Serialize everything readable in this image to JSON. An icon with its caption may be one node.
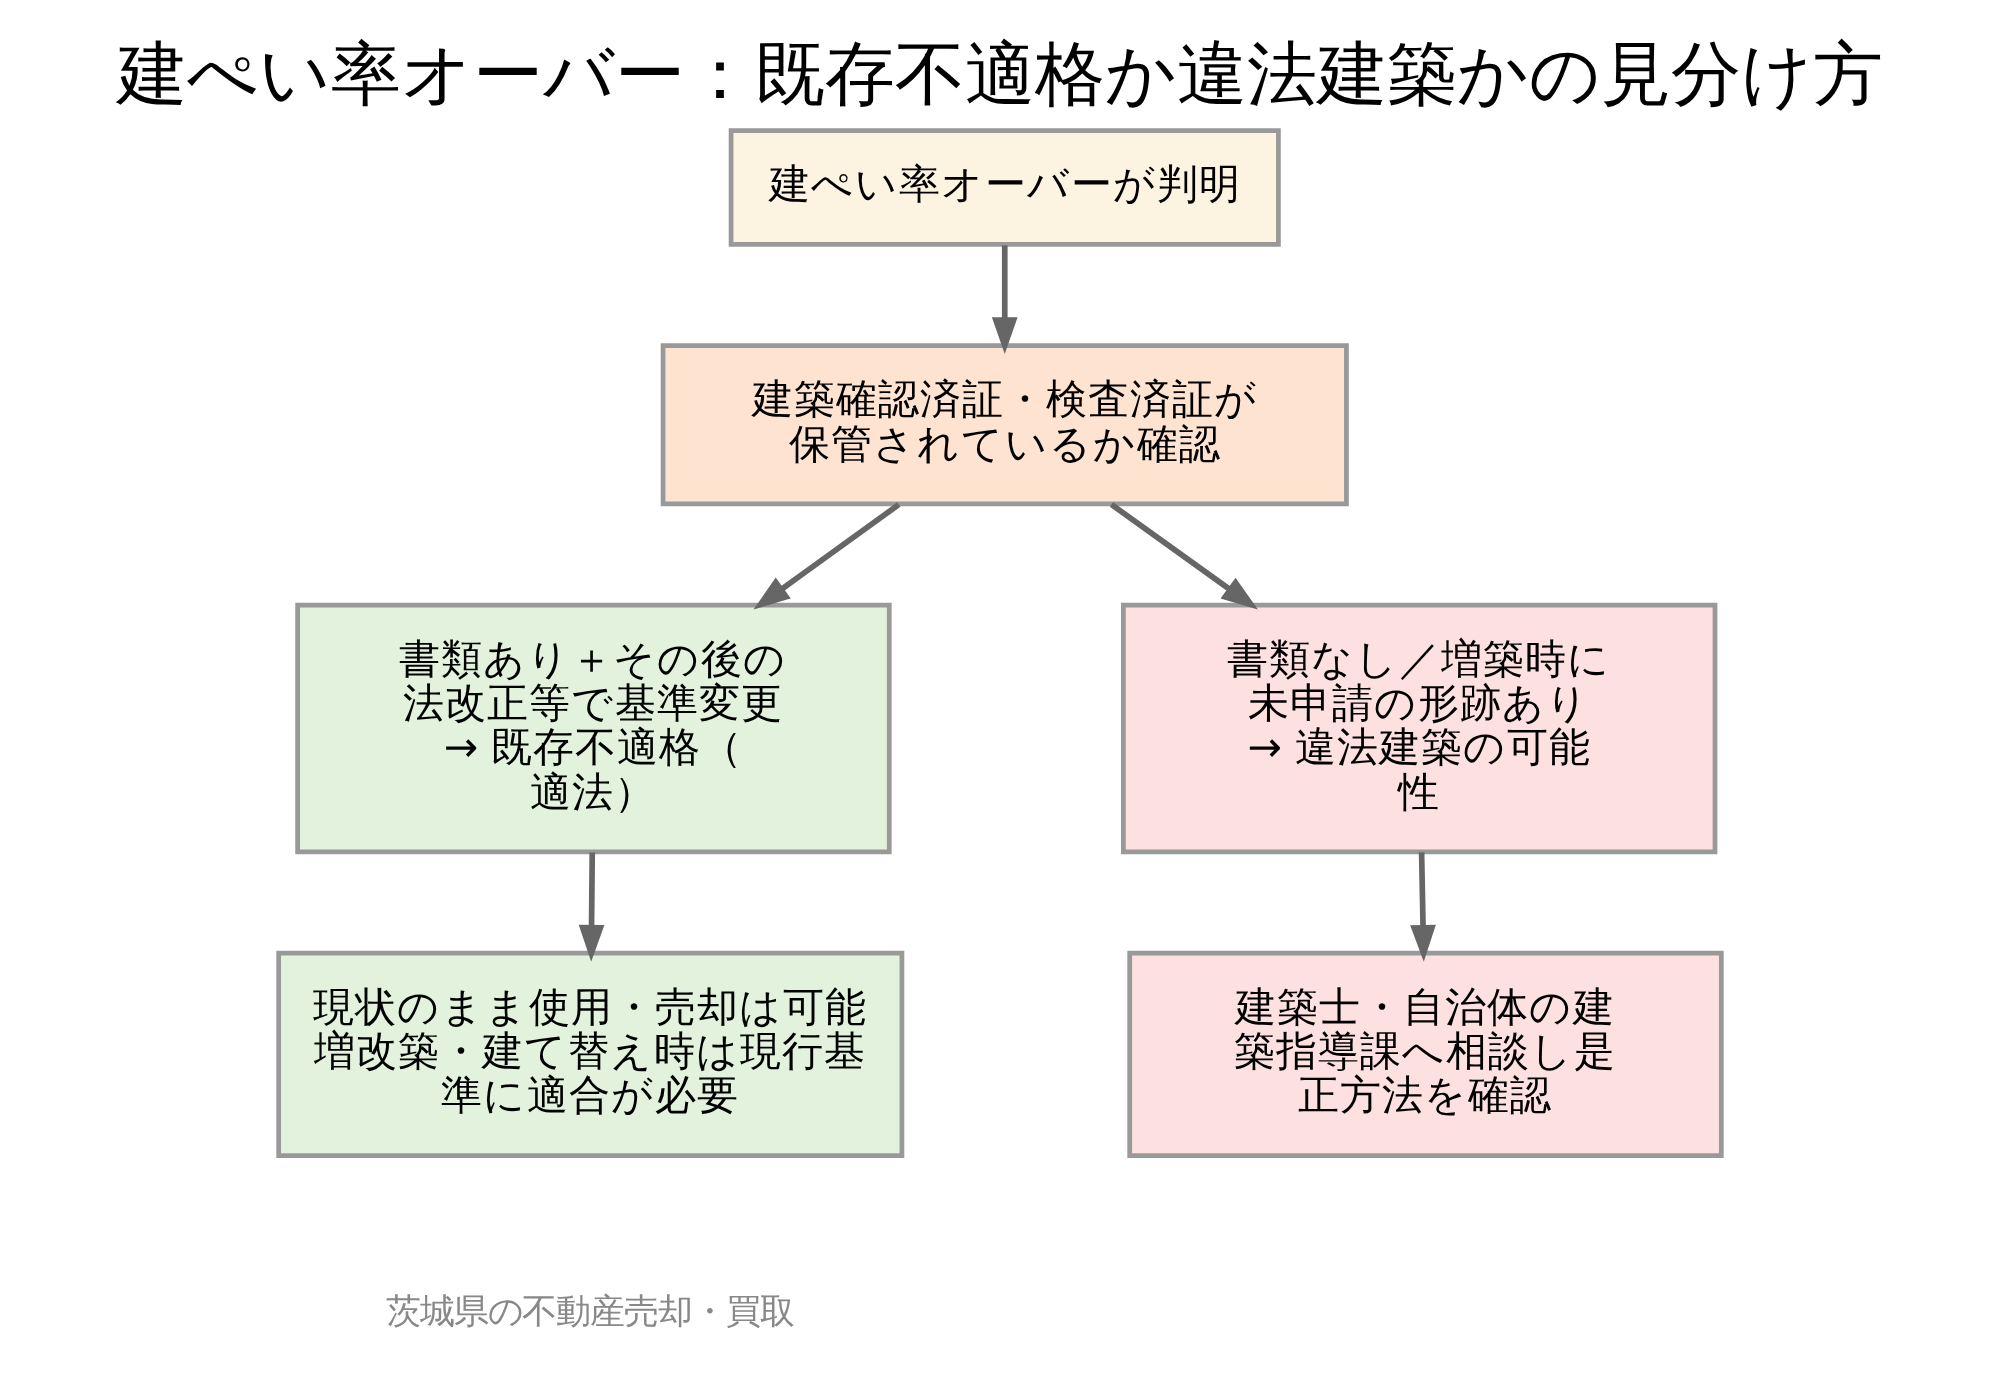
{
  "diagram": {
    "title": "建ぺい率オーバー：既存不適格か違法建築かの見分け方",
    "nodes": [
      {
        "text": [
          "建ぺい率オーバーが判明"
        ]
      },
      {
        "text": [
          "建築確認済証・検査済証が保管されているか確認"
        ]
      },
      {
        "text": [
          "書類あり＋その後の法改正等で基準変更 → 既存不適格（適法）"
        ]
      },
      {
        "text": [
          "書類なし／増築時に未申請の形跡あり → 違法建築の可能性"
        ]
      },
      {
        "text": [
          "現状のまま使用・売却は可能増改築・建て替え時は現行基準に適合が必要"
        ]
      },
      {
        "text": [
          "建築士・自治体の建築指導課へ相談し是正方法を確認"
        ]
      }
    ],
    "edges": [
      {
        "from": 0,
        "to": 1,
        "arrow": "to"
      },
      {
        "from": 1,
        "to": 2,
        "arrow": "to"
      },
      {
        "from": 1,
        "to": 3,
        "arrow": "to"
      },
      {
        "from": 2,
        "to": 4,
        "arrow": "to"
      },
      {
        "from": 3,
        "to": 5,
        "arrow": "to"
      }
    ],
    "labels": [
      "茨城県の不動産売却・買取"
    ]
  }
}
